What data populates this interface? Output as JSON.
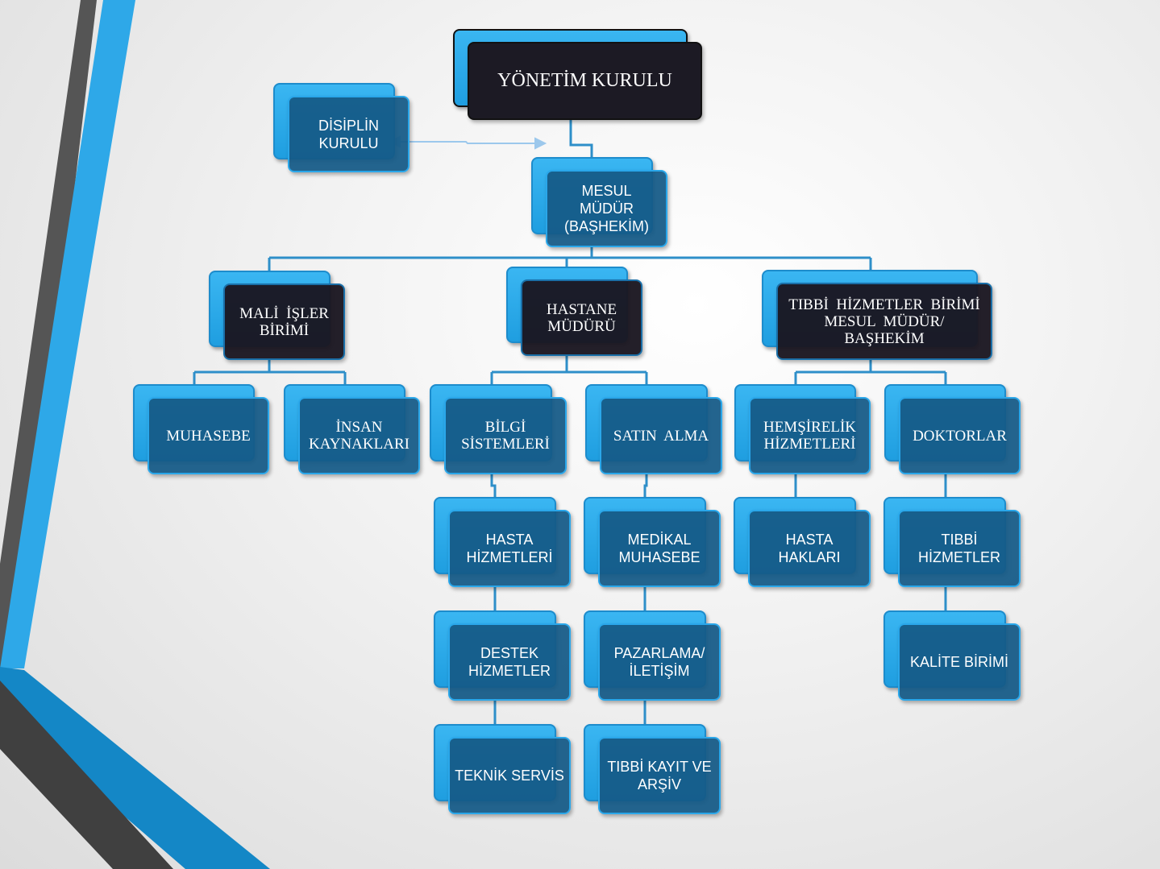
{
  "nodes": {
    "yonetim": [
      "YÖNETİM KURULU"
    ],
    "disiplin": [
      "DİSİPLİN",
      "KURULU"
    ],
    "mesul": [
      "MESUL",
      "MÜDÜR",
      "(BAŞHEKİM)"
    ],
    "mali": [
      "MALİ  İŞLER",
      "BİRİMİ"
    ],
    "hastane": [
      "HASTANE",
      "MÜDÜRÜ"
    ],
    "tibbi_birim": [
      "TIBBİ  HİZMETLER  BİRİMİ",
      "MESUL  MÜDÜR/",
      "BAŞHEKİM"
    ],
    "muhasebe": [
      "MUHASEBE"
    ],
    "insan": [
      "İNSAN",
      "KAYNAKLARI"
    ],
    "bilgi": [
      "BİLGİ",
      "SİSTEMLERİ"
    ],
    "satin": [
      "SATIN  ALMA"
    ],
    "hemsirelik": [
      "HEMŞİRELİK",
      "HİZMETLERİ"
    ],
    "doktorlar": [
      "DOKTORLAR"
    ],
    "hasta_hizmetleri": [
      "HASTA",
      "HİZMETLERİ"
    ],
    "medikal": [
      "MEDİKAL",
      "MUHASEBE"
    ],
    "hasta_haklari": [
      "HASTA",
      "HAKLARI"
    ],
    "tibbi_hizmetler": [
      "TIBBİ",
      "HİZMETLER"
    ],
    "destek": [
      "DESTEK",
      "HİZMETLER"
    ],
    "pazarlama": [
      "PAZARLAMA/",
      "İLETİŞİM"
    ],
    "kalite": [
      "KALİTE BİRİMİ"
    ],
    "teknik": [
      "TEKNİK SERVİS"
    ],
    "tibbi_kayit": [
      "TIBBİ KAYIT VE",
      "ARŞİV"
    ]
  },
  "colors": {
    "accent": "#2ea8e8",
    "node_fill": "#155a87",
    "dark_fill": "#1c1a24",
    "connector": "#2e8fc9"
  }
}
